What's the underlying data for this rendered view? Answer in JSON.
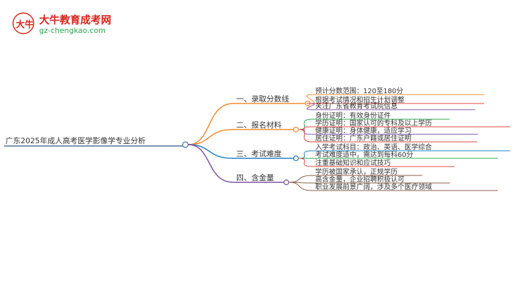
{
  "logo": {
    "title": "大牛教育成考网",
    "url": "gz-chengkao.com",
    "mark_text": "大牛"
  },
  "colors": {
    "brand_red": "#d7241c",
    "brand_green": "#2aa34a",
    "orange": "#f08a2b",
    "blue": "#1f7fc0",
    "purple": "#7b4fa0",
    "brown": "#8a5a44",
    "red_branch": "#e0463a",
    "green_branch": "#2ea44f",
    "root_line": "#4a6e9a"
  },
  "mindmap": {
    "root": "广东2025年成人高考医学影像学专业分析",
    "branches": [
      {
        "label": "一、录取分数线",
        "color": "#f08a2b",
        "leaves": [
          {
            "text": "预计分数范围：120至180分",
            "color": "#f08a2b"
          },
          {
            "text": "根据考试情况和招生计划调整",
            "color": "#e0463a"
          },
          {
            "text": "关注广东省教育考试院信息",
            "color": "#7b4fa0"
          }
        ]
      },
      {
        "label": "二、报名材料",
        "color": "#f08a2b",
        "leaves": [
          {
            "text": "身份证明：有效身份证件",
            "color": "#2ea44f"
          },
          {
            "text": "学历证明：国家认可的专科及以上学历",
            "color": "#e0463a"
          },
          {
            "text": "健康证明：身体健康，适应学习",
            "color": "#7b4fa0"
          },
          {
            "text": "居住证明：广东户籍或居住证明",
            "color": "#e0463a"
          }
        ]
      },
      {
        "label": "三、考试难度",
        "color": "#1f7fc0",
        "leaves": [
          {
            "text": "入学考试科目：政治、英语、医学综合",
            "color": "#1f7fc0"
          },
          {
            "text": "考试难度适中，需达到每科60分",
            "color": "#2ea44f"
          },
          {
            "text": "注重基础知识和应试技巧",
            "color": "#e0463a"
          }
        ]
      },
      {
        "label": "四、含金量",
        "color": "#7b4fa0",
        "leaves": [
          {
            "text": "学历被国家承认，正规学历",
            "color": "#8a5a44"
          },
          {
            "text": "高含金量，企业招聘积极认可",
            "color": "#8a5a44"
          },
          {
            "text": "职业发展前景广阔，涉及多个医疗领域",
            "color": "#8a5a44"
          }
        ]
      }
    ]
  }
}
